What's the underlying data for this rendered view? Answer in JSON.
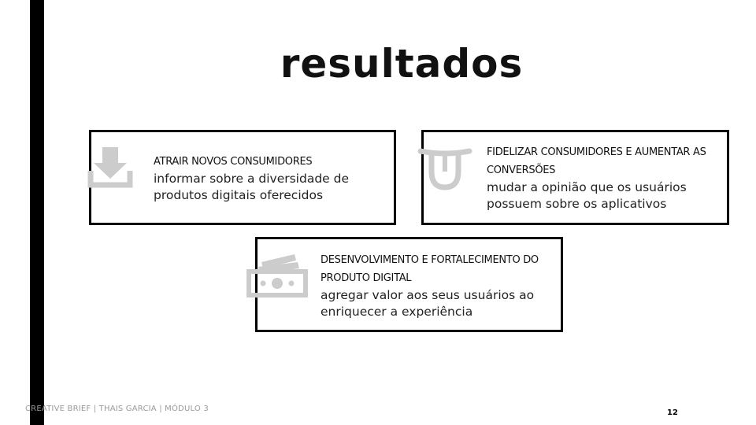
{
  "title": "resultados",
  "cards": [
    {
      "icon": "download-icon",
      "heading": "ATRAIR NOVOS CONSUMIDORES",
      "body": "informar sobre a diversidade de produtos digitais oferecidos"
    },
    {
      "icon": "tongue-out-icon",
      "heading": "FIDELIZAR CONSUMIDORES E AUMENTAR AS CONVERSÕES",
      "body": "mudar a opinião que os usuários possuem sobre os aplicativos"
    },
    {
      "icon": "money-bills-icon",
      "heading": "DESENVOLVIMENTO E FORTALECIMENTO DO PRODUTO DIGITAL",
      "body": "agregar valor aos seus usuários ao enriquecer a experiência"
    }
  ],
  "footer": "CREATIVE BRIEF | THAIS GARCIA | MÓDULO 3",
  "page_number": "12",
  "colors": {
    "icon": "#cccccc",
    "border": "#000000",
    "accent_bar": "#000000"
  }
}
